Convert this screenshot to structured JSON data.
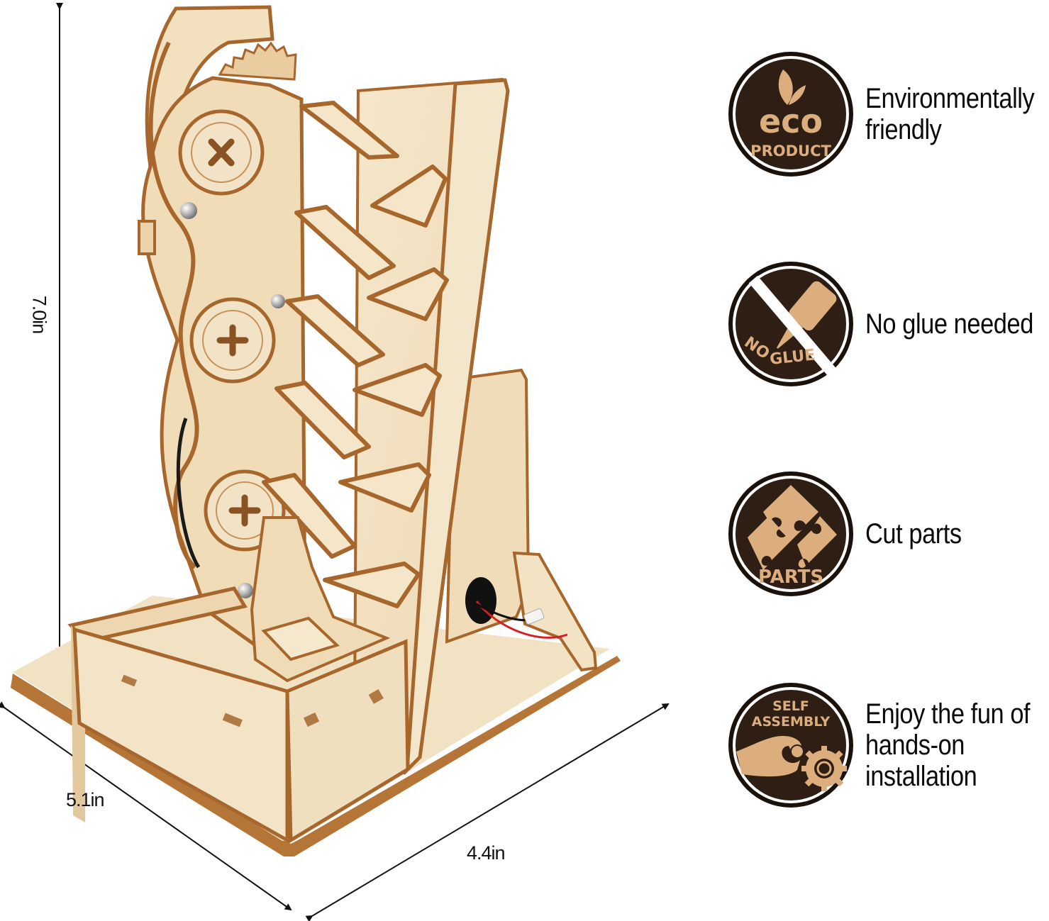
{
  "product": {
    "name": "wooden-marble-run-tower",
    "colors": {
      "wood_face": "#f1dfbf",
      "wood_light": "#f7ead0",
      "wood_shadow": "#e2c9a0",
      "burnt_edge": "#a7662c",
      "burnt_dark": "#7a4416",
      "steel_ball": "#c9c9c9",
      "wire_red": "#d42020",
      "wire_black": "#111111",
      "hole": "#111111"
    }
  },
  "dimensions": {
    "height": {
      "label": "7.0in"
    },
    "depth": {
      "label": "5.1in"
    },
    "width": {
      "label": "4.4in"
    }
  },
  "features": [
    {
      "icon": "eco-product-badge-icon",
      "badge_lines": [
        "eco",
        "PRODUCT"
      ],
      "text_lines": [
        "Environmentally",
        "friendly"
      ]
    },
    {
      "icon": "no-glue-badge-icon",
      "badge_lines": [
        "NO",
        "GLUE"
      ],
      "text_lines": [
        "No glue needed"
      ]
    },
    {
      "icon": "cut-parts-badge-icon",
      "badge_lines": [
        "PARTS"
      ],
      "text_lines": [
        "Cut parts"
      ]
    },
    {
      "icon": "self-assembly-badge-icon",
      "badge_lines": [
        "SELF",
        "ASSEMBLY"
      ],
      "text_lines": [
        "Enjoy the fun of",
        "hands-on",
        "installation"
      ]
    }
  ],
  "badge_style": {
    "background": "#2e1e14",
    "ring": "#1a110b",
    "ring_gap": "#ffffff",
    "ink": "#dcae7e"
  }
}
